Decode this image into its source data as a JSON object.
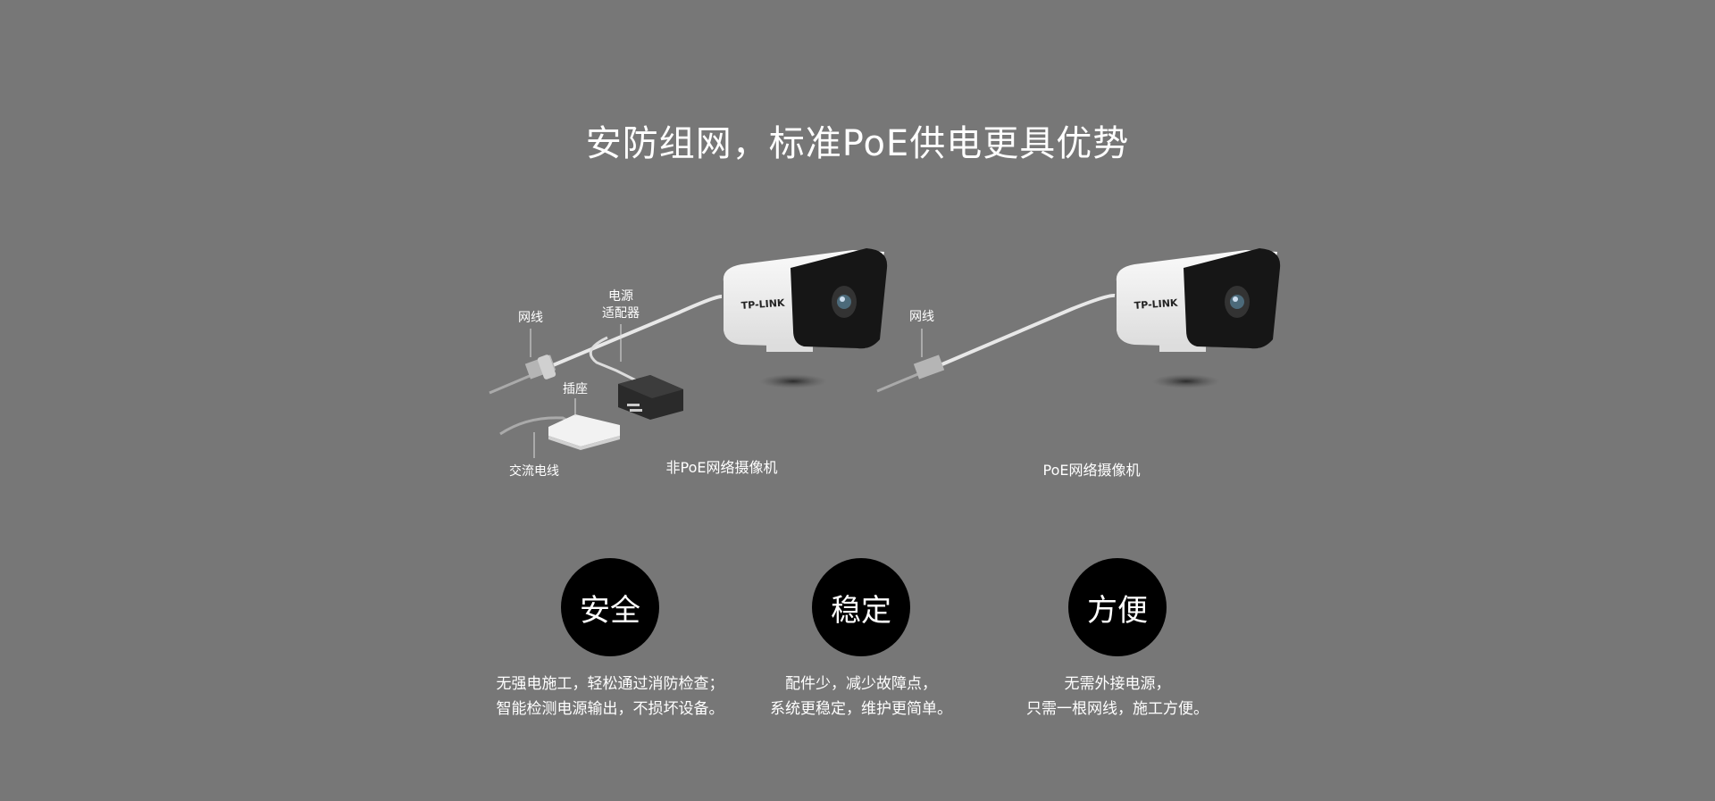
{
  "title": "安防组网，标准PoE供电更具优势",
  "left_diagram": {
    "labels": {
      "network_cable": "网线",
      "power_adapter_line1": "电源",
      "power_adapter_line2": "适配器",
      "socket": "插座",
      "ac_cable": "交流电线"
    },
    "caption": "非PoE网络摄像机",
    "camera_brand": "TP-LINK"
  },
  "right_diagram": {
    "labels": {
      "network_cable": "网线"
    },
    "caption": "PoE网络摄像机",
    "camera_brand": "TP-LINK"
  },
  "features": [
    {
      "title": "安全",
      "line1": "无强电施工，轻松通过消防检查；",
      "line2": "智能检测电源输出，不损坏设备。"
    },
    {
      "title": "稳定",
      "line1": "配件少，减少故障点，",
      "line2": "系统更稳定，维护更简单。"
    },
    {
      "title": "方便",
      "line1": "无需外接电源，",
      "line2": "只需一根网线，施工方便。"
    }
  ]
}
